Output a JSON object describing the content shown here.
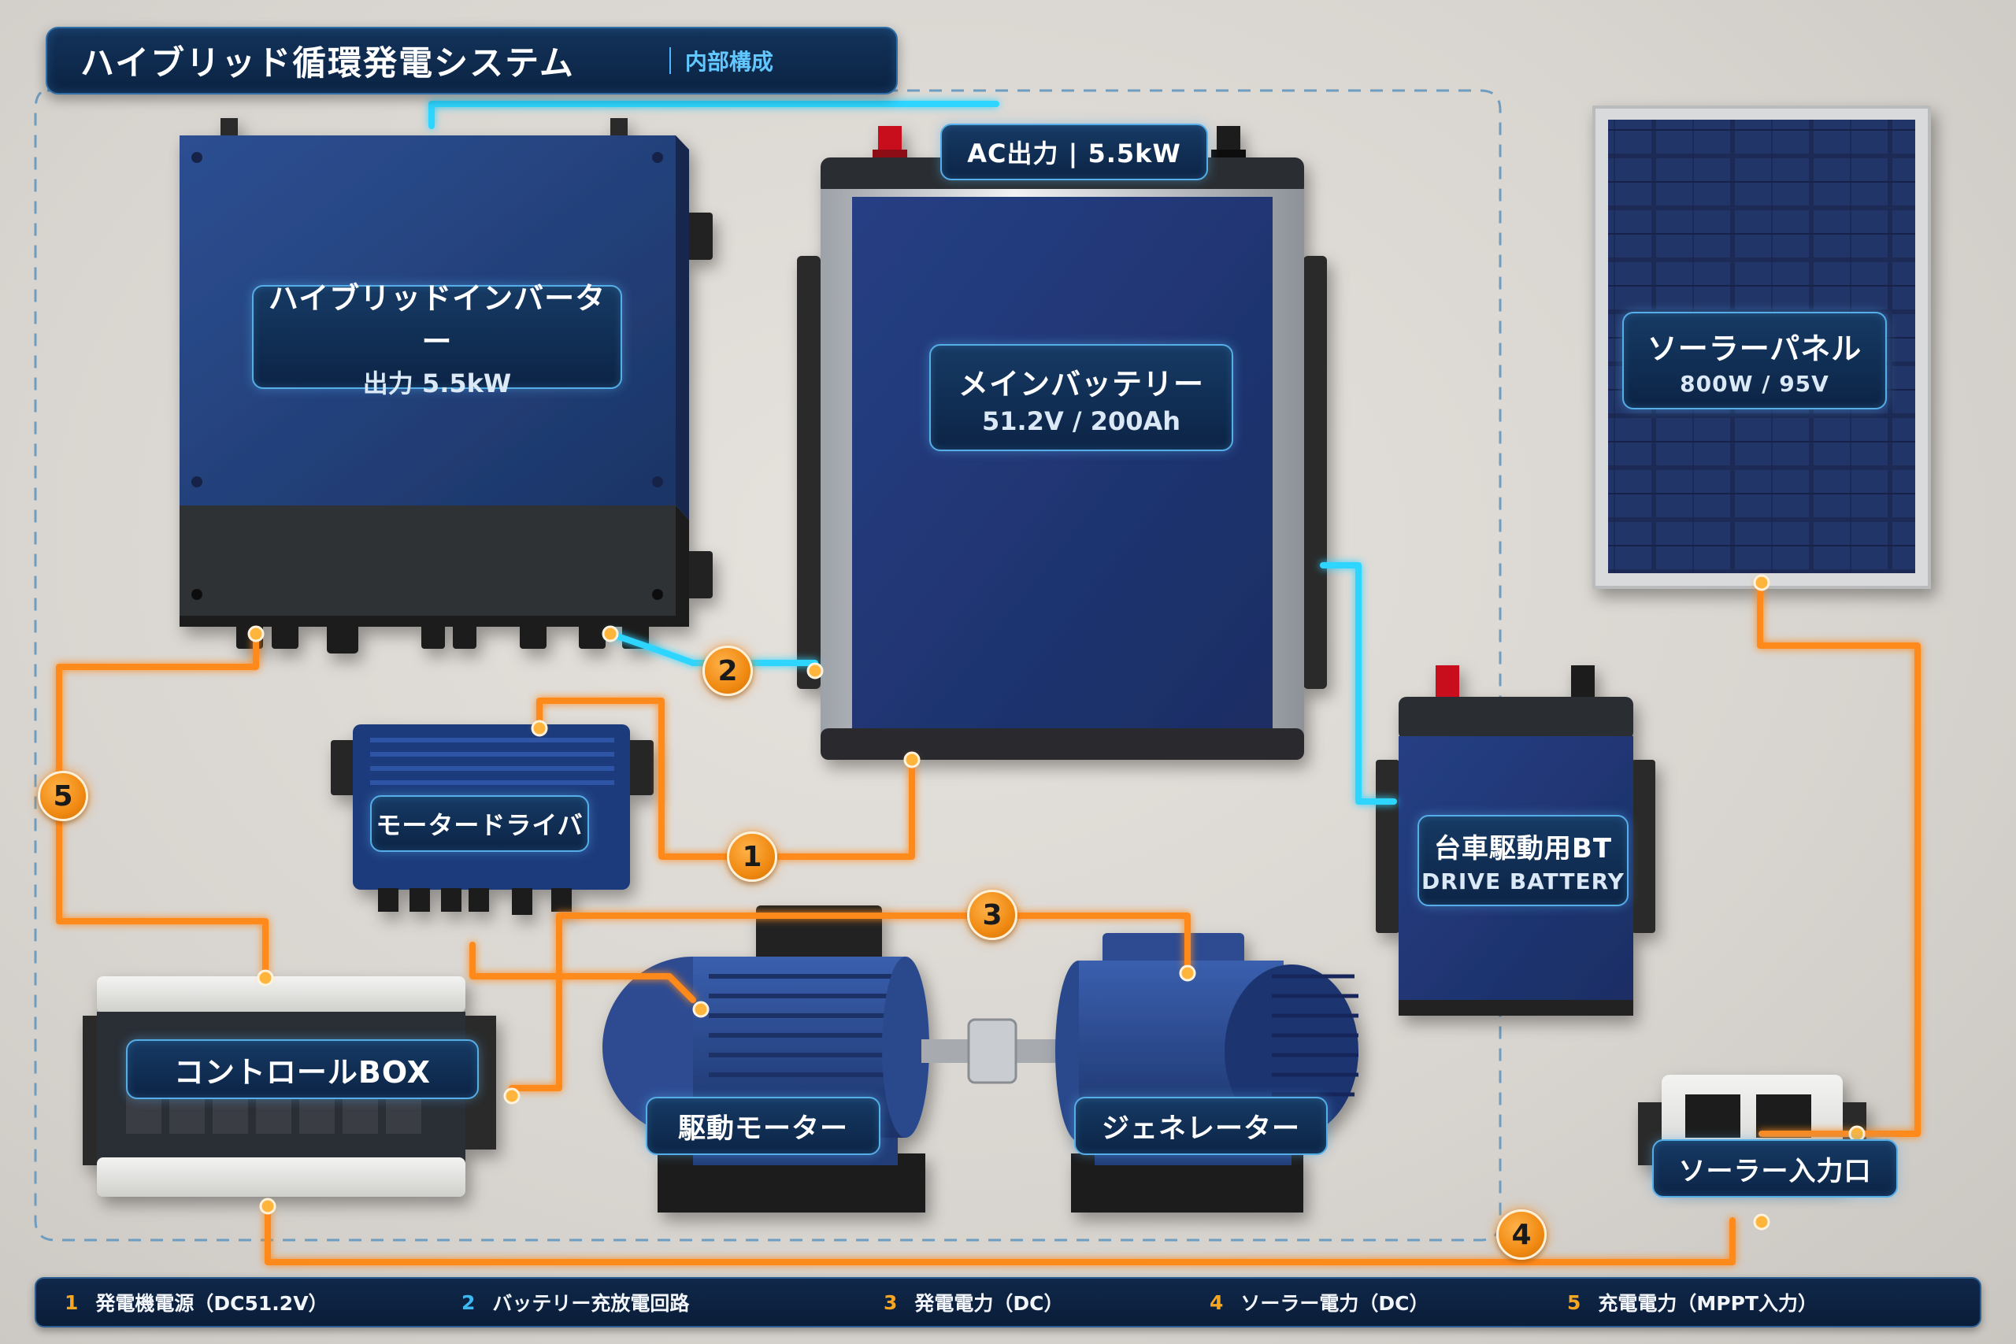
{
  "header": {
    "title": "ハイブリッド循環発電システム",
    "subtitle": "内部構成"
  },
  "components": {
    "inverter": {
      "name": "ハイブリッドインバーター",
      "spec": "出力 5.5kW"
    },
    "ac_output": {
      "label": "AC出力 | 5.5kW"
    },
    "main_battery": {
      "name": "メインバッテリー",
      "spec": "51.2V / 200Ah"
    },
    "solar_panel": {
      "name": "ソーラーパネル",
      "spec": "800W / 95V"
    },
    "motor_driver": {
      "name": "モータードライバ"
    },
    "drive_battery": {
      "name": "台車駆動用BT",
      "name_en": "DRIVE BATTERY"
    },
    "control_box": {
      "name": "コントロールBOX"
    },
    "drive_motor": {
      "name": "駆動モーター"
    },
    "generator": {
      "name": "ジェネレーター"
    },
    "solar_input": {
      "name": "ソーラー入力口"
    }
  },
  "markers": [
    "1",
    "2",
    "3",
    "4",
    "5"
  ],
  "legend": [
    {
      "num": "1",
      "text": "発電機電源（DC51.2V）",
      "color": "#f5a623"
    },
    {
      "num": "2",
      "text": "バッテリー充放電回路",
      "color": "#3fb8f0"
    },
    {
      "num": "3",
      "text": "発電電力（DC）",
      "color": "#f5a623"
    },
    {
      "num": "4",
      "text": "ソーラー電力（DC）",
      "color": "#f5a623"
    },
    {
      "num": "5",
      "text": "充電電力（MPPT入力）",
      "color": "#f5a623"
    }
  ],
  "colors": {
    "orange_line": "#ff8a1c",
    "cyan_line": "#2fd6ff",
    "device_blue": "#213f7a",
    "badge_border": "#56aee8"
  }
}
